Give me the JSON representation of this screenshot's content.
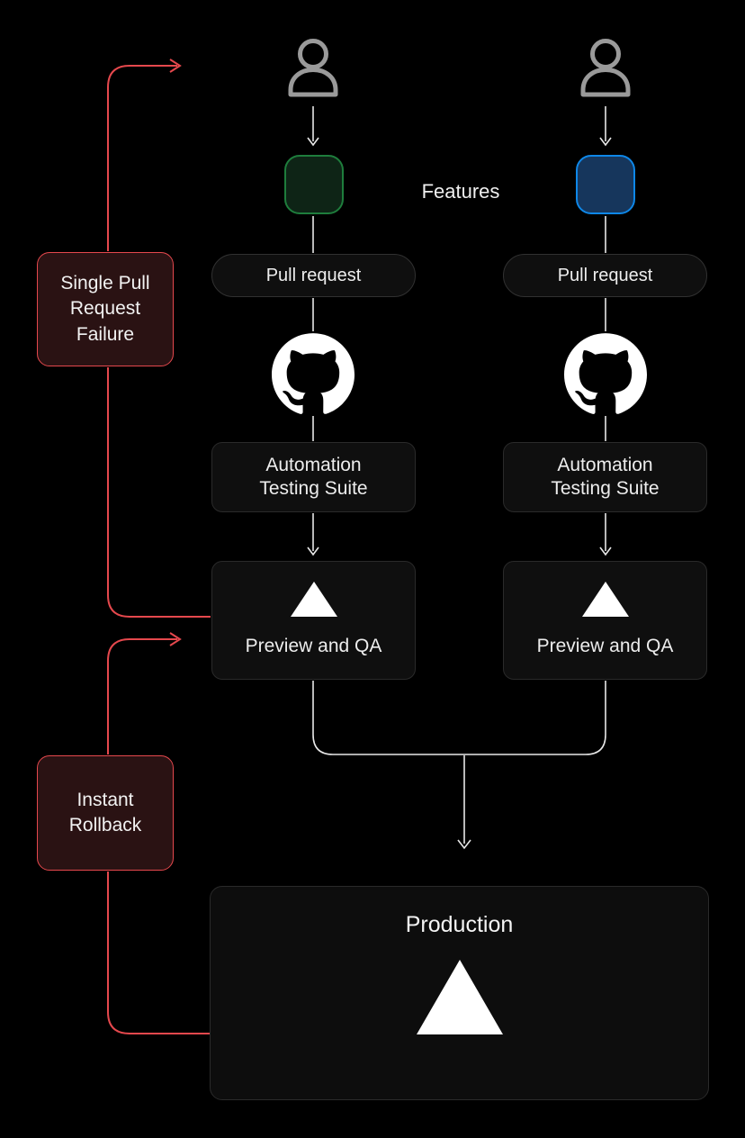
{
  "colors": {
    "background": "#000000",
    "accent_red": "#e5484d",
    "alert_fill": "#2a1213",
    "node_fill": "#0f0f0f",
    "node_border": "#2a2a2a",
    "green_border": "#1e7d3c",
    "green_fill": "#0e2416",
    "blue_border": "#0e87e8",
    "blue_fill": "#16365c",
    "line_white": "#e8e8e8",
    "person_gray": "#9a9a9a",
    "text": "#ededed"
  },
  "annotations": {
    "single_pull_request_failure": "Single Pull Request Failure",
    "instant_rollback": "Instant Rollback"
  },
  "features_label": "Features",
  "columns": [
    {
      "branch": "green",
      "pull_request": "Pull request",
      "automation": "Automation Testing Suite",
      "preview": "Preview and QA"
    },
    {
      "branch": "blue",
      "pull_request": "Pull request",
      "automation": "Automation Testing Suite",
      "preview": "Preview and QA"
    }
  ],
  "production": {
    "label": "Production"
  },
  "icons": {
    "user": "person-icon",
    "repository": "github-icon",
    "deployment": "vercel-triangle-icon"
  }
}
